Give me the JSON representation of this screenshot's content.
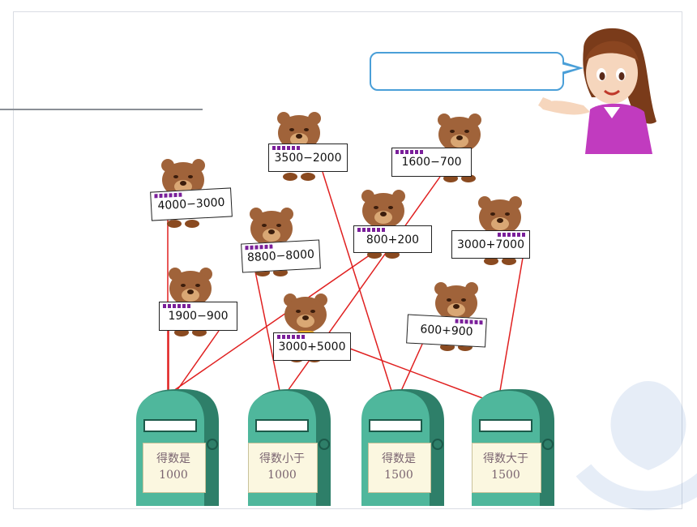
{
  "speech_bubble": {
    "text": ""
  },
  "cards": [
    {
      "id": "c1",
      "label": "3500−2000"
    },
    {
      "id": "c2",
      "label": "1600−700"
    },
    {
      "id": "c3",
      "label": "4000−3000"
    },
    {
      "id": "c4",
      "label": "800+200"
    },
    {
      "id": "c5",
      "label": "8800−8000"
    },
    {
      "id": "c6",
      "label": "3000+7000"
    },
    {
      "id": "c7",
      "label": "1900−900"
    },
    {
      "id": "c8",
      "label": "3000+5000"
    },
    {
      "id": "c9",
      "label": "600+900"
    }
  ],
  "mailboxes": [
    {
      "line1": "得数是",
      "line2": "1000"
    },
    {
      "line1": "得数小于",
      "line2": "1000"
    },
    {
      "line1": "得数是",
      "line2": "1500"
    },
    {
      "line1": "得数大于",
      "line2": "1500"
    }
  ],
  "colors": {
    "line": "#e02020",
    "mailbox_body": "#4fb79c",
    "mailbox_dark": "#2e7f69",
    "card_border": "#222222",
    "speech_border": "#4a9fd8"
  },
  "icons": [
    "bear-icon",
    "mailbox-icon",
    "teacher-icon",
    "watermark-logo-icon"
  ]
}
